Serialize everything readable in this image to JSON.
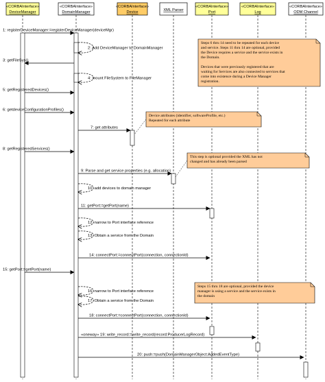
{
  "participants": [
    {
      "id": "dm",
      "stereotype": "«CORBAInterface»",
      "name": "DeviceManager",
      "color": "#ffff99"
    },
    {
      "id": "dom",
      "stereotype": "«CORBAInterface»",
      "name": "DomainManager",
      "color": "#ffffff"
    },
    {
      "id": "dev",
      "stereotype": "«CORBAInterface»",
      "name": "Device",
      "color": "#ffcc66"
    },
    {
      "id": "xml",
      "stereotype": "",
      "name": "XML Parser",
      "color": "#ffffff"
    },
    {
      "id": "port",
      "stereotype": "«CORBAInterface»",
      "name": "Port",
      "color": "#ffff99"
    },
    {
      "id": "log",
      "stereotype": "«CORBAInterface»",
      "name": "Log",
      "color": "#ffff99"
    },
    {
      "id": "odm",
      "stereotype": "«CORBAInterface»",
      "name": "ODM Channel",
      "color": "#ffffff"
    }
  ],
  "messages": [
    {
      "label": "1:  registerDeviceManager:=registerDeviceManager(deviceMgr)"
    },
    {
      "label": "2: Add DeviceManager to DomainManager"
    },
    {
      "label": "3:  getFileSys()"
    },
    {
      "label": "4: mount FileSystem to FileManager"
    },
    {
      "label": "5:  getRegisteredDevices()"
    },
    {
      "label": "6:  getdeviceConfigurationProfiles()"
    },
    {
      "label": "7:  get attributes"
    },
    {
      "label": "8:  getRegisteredServices()"
    },
    {
      "label": "9:  Parse and get service properties (e.g. allocation)"
    },
    {
      "label": "10: add devices to domain manager"
    },
    {
      "label": "11:  getPort:=getPort(name)"
    },
    {
      "label": "12: narrow to Port interface reference"
    },
    {
      "label": "13: Obtain a service from the Domain"
    },
    {
      "label": "14:  connectPort:=connectPort(connection, connectionId)"
    },
    {
      "label": "15:  getPort:=getPort(name)"
    },
    {
      "label": "16: narrow to Port interface reference"
    },
    {
      "label": "17: Obtain a service from the Domain"
    },
    {
      "label": "18:  connectPort:=connectPort(connection, connectionId)"
    },
    {
      "label": "«oneway» 19:  write_record:=write_record(record:ProducerLogRecord)"
    },
    {
      "label": "20:  push:=push(DomainManagerObject:AddedEventType)"
    }
  ],
  "notes": [
    {
      "lines": [
        "Steps 6 thru 14 need to be repeated for each device",
        "and service. Steps 11 thru 14 are optional, provided",
        "the Device requires a service and the service exists in",
        "the Domain.",
        "",
        "Devices that were previously registered that are",
        "waiting for Services are also connected to services that",
        "come into existence during a Device Manager",
        "registration."
      ]
    },
    {
      "lines": [
        "Device attributes (identifier, softwareProfile, etc.)",
        "Repeated for each attribute"
      ]
    },
    {
      "lines": [
        "This step is optional provided the XML has not",
        "changed and has already been parsed"
      ]
    },
    {
      "lines": [
        "Steps 15 thru 18 are optional, provided the device",
        "manager is using a service and the service exists in",
        "the domain"
      ]
    }
  ],
  "colors": {
    "note_fill": "#ffcc99",
    "line": "#000000"
  }
}
